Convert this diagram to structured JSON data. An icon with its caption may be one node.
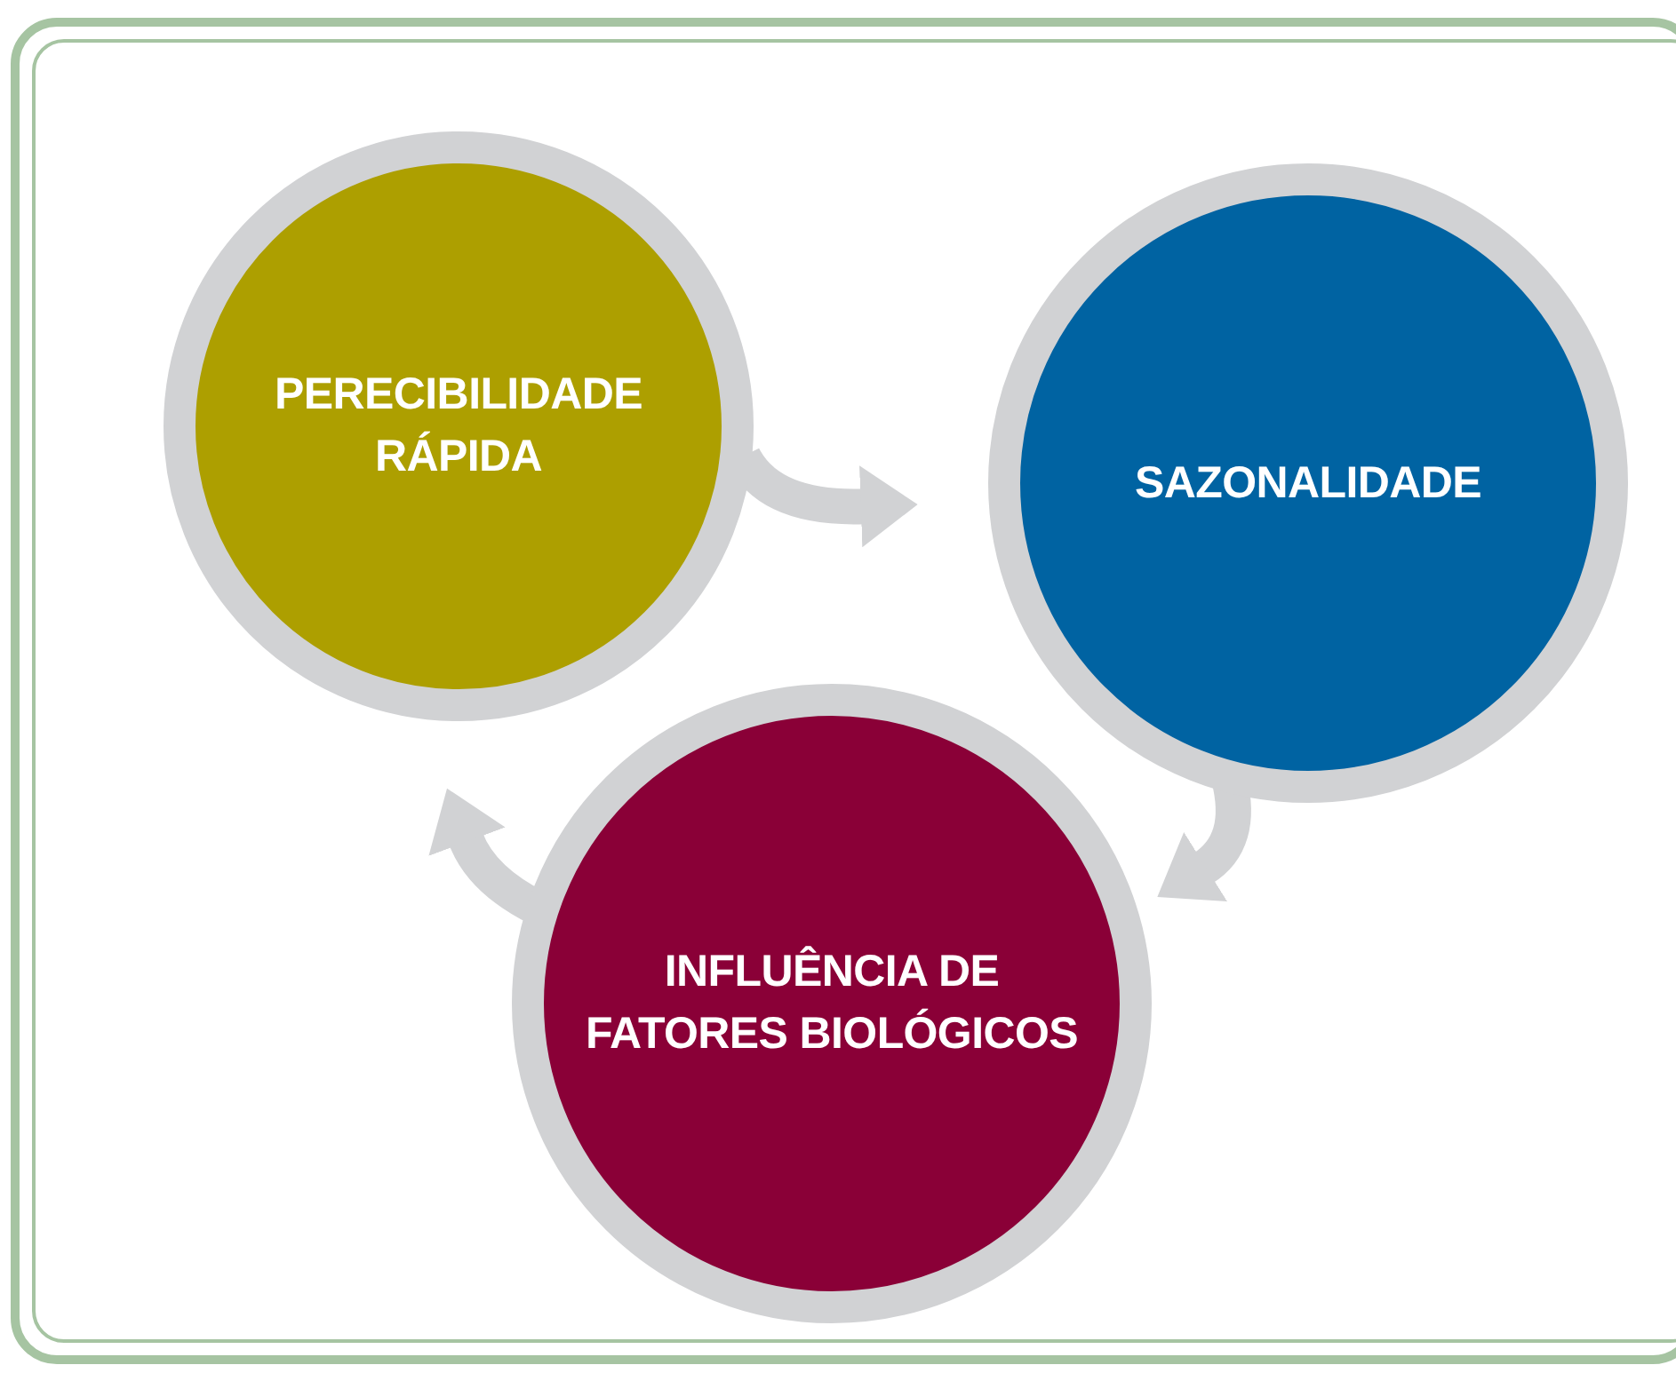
{
  "diagram": {
    "nodes": [
      {
        "text": [
          "PERECIBILIDADE RÁPIDA"
        ]
      },
      {
        "text": [
          "SAZONALIDADE"
        ]
      },
      {
        "text": [
          "INFLUÊNCIA DE FATORES BIOLÓGICOS"
        ]
      }
    ],
    "edges": [
      {
        "from": 0,
        "to": 1,
        "arrow": "to"
      },
      {
        "from": 1,
        "to": 2,
        "arrow": "to"
      },
      {
        "from": 2,
        "to": 0,
        "arrow": "to"
      }
    ]
  }
}
